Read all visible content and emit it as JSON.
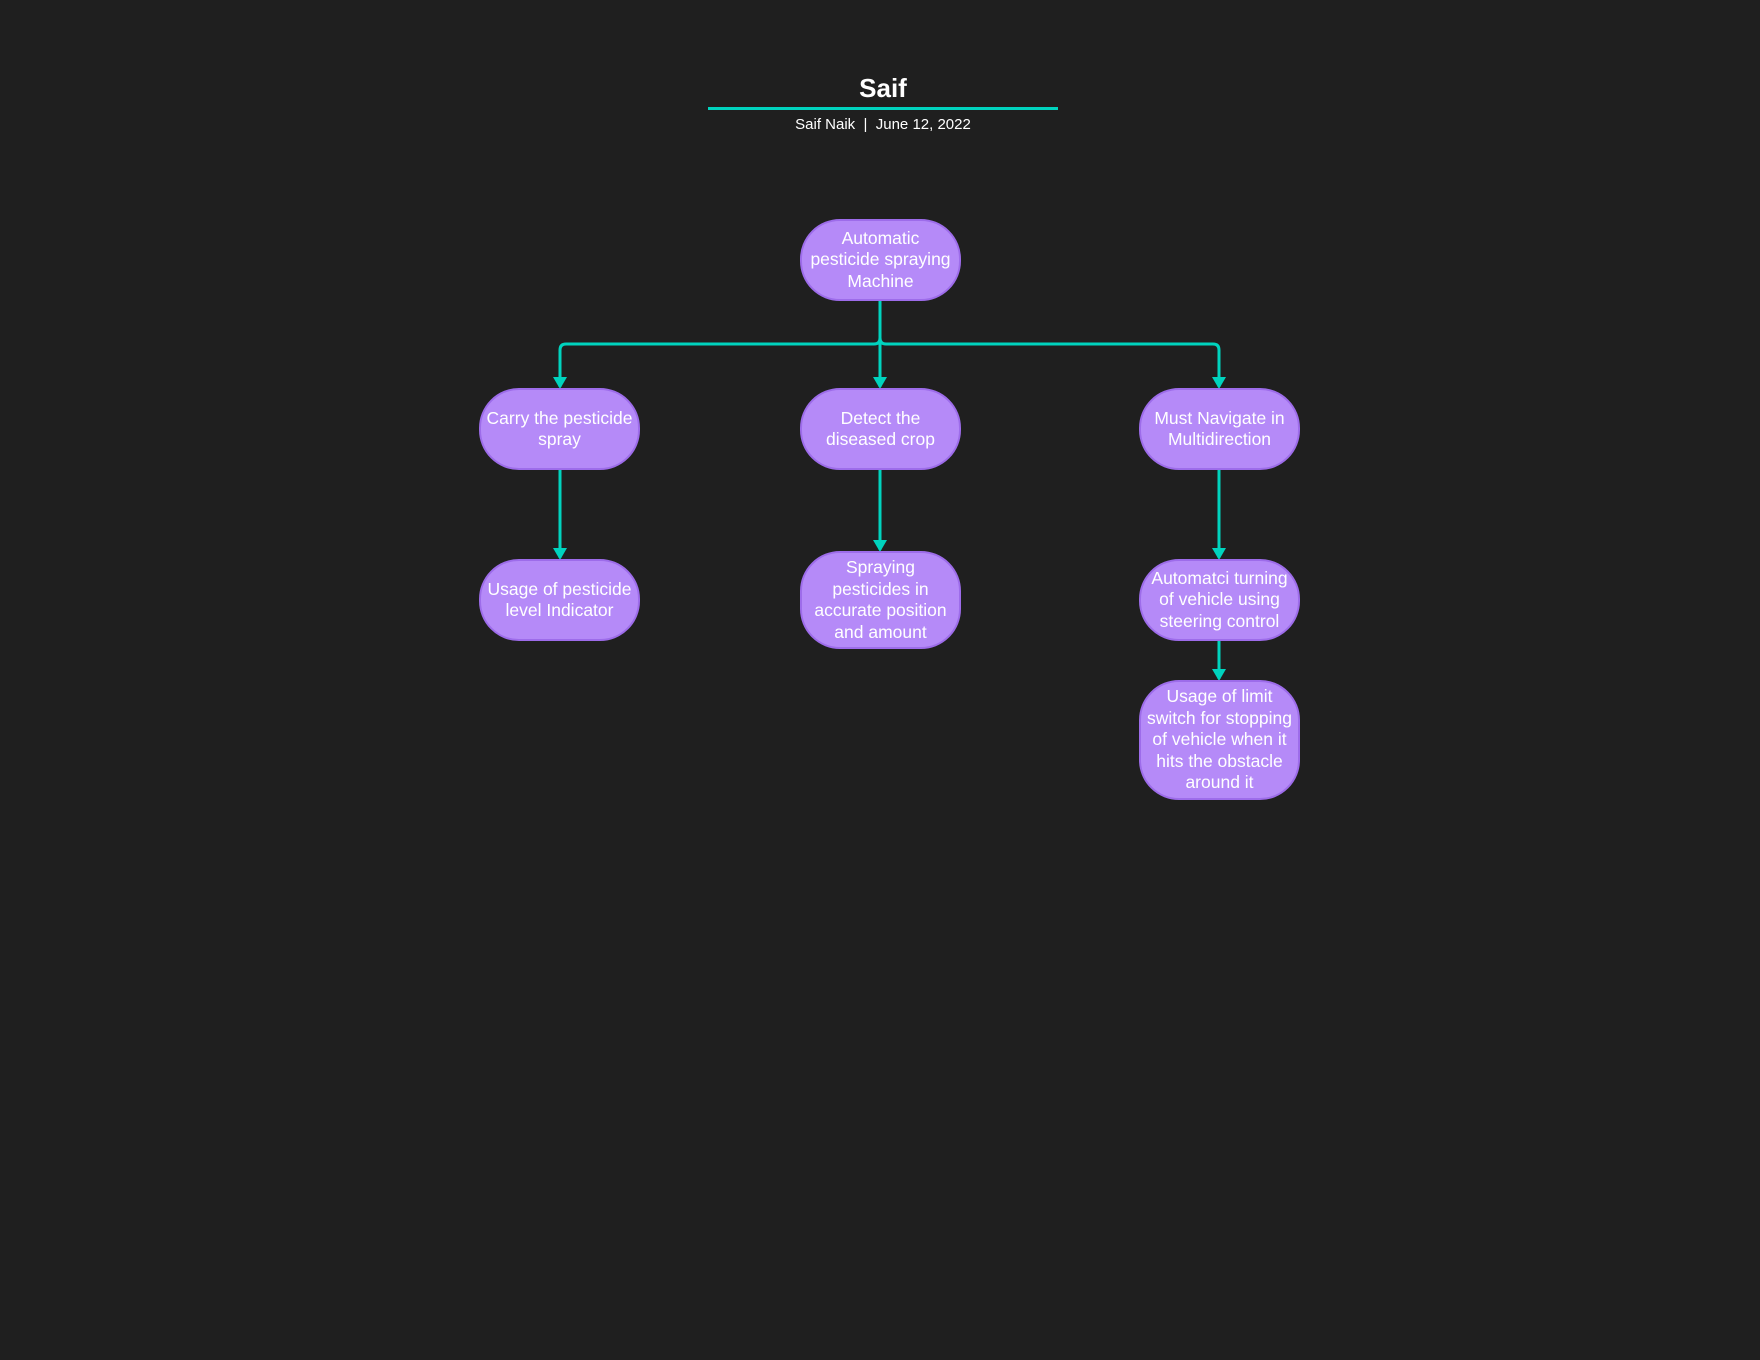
{
  "header": {
    "title": "Saif",
    "byline": "Saif Naik  |  June 12, 2022"
  },
  "colors": {
    "background": "#1f1f1f",
    "node_fill": "#b58af8",
    "node_border": "#9d6cea",
    "connector": "#00d3be",
    "text": "#ffffff"
  },
  "diagram": {
    "root": {
      "label": "Automatic pesticide spraying Machine"
    },
    "branches": [
      {
        "label": "Carry the pesticide spray",
        "children": [
          {
            "label": "Usage of pesticide level Indicator"
          }
        ]
      },
      {
        "label": "Detect the diseased crop",
        "children": [
          {
            "label": "Spraying pesticides in accurate position and amount"
          }
        ]
      },
      {
        "label": "Must Navigate in Multidirection",
        "children": [
          {
            "label": "Automatci turning of vehicle using steering control"
          },
          {
            "label": "Usage of limit switch for stopping of vehicle when it hits the obstacle around it"
          }
        ]
      }
    ]
  }
}
